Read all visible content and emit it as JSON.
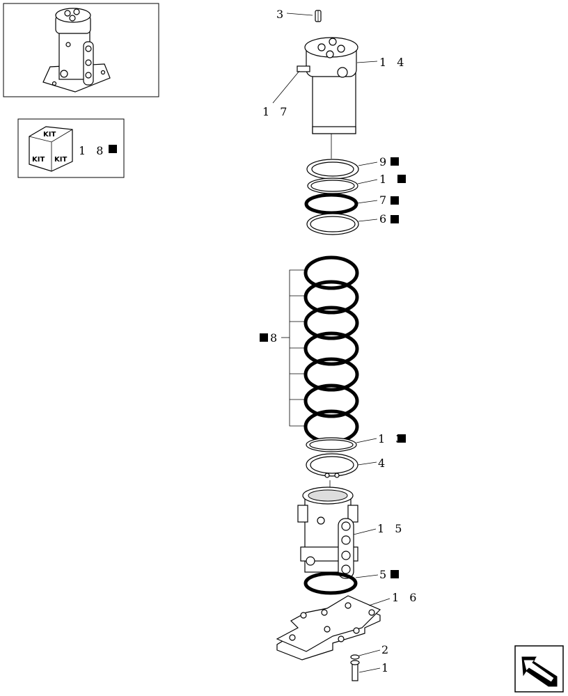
{
  "callouts": {
    "c1": "1",
    "c2": "2",
    "c3": "3",
    "c4": "4",
    "c5": "5",
    "c6": "6",
    "c7": "7",
    "c8": "8",
    "c9": "9",
    "c12": "1 2",
    "c13": "1 3",
    "c14": "1 4",
    "c15": "1 5",
    "c16": "1 6",
    "c17": "1 7",
    "c18": "1 8"
  },
  "kit_box": {
    "top": "KIT",
    "left": "KIT",
    "right": "KIT"
  },
  "legend_marker_icon": "black-square-icon",
  "nav_icon": "arrow-back-icon",
  "colors": {
    "ink": "#000000",
    "paper": "#ffffff",
    "shade": "#dddddd"
  }
}
